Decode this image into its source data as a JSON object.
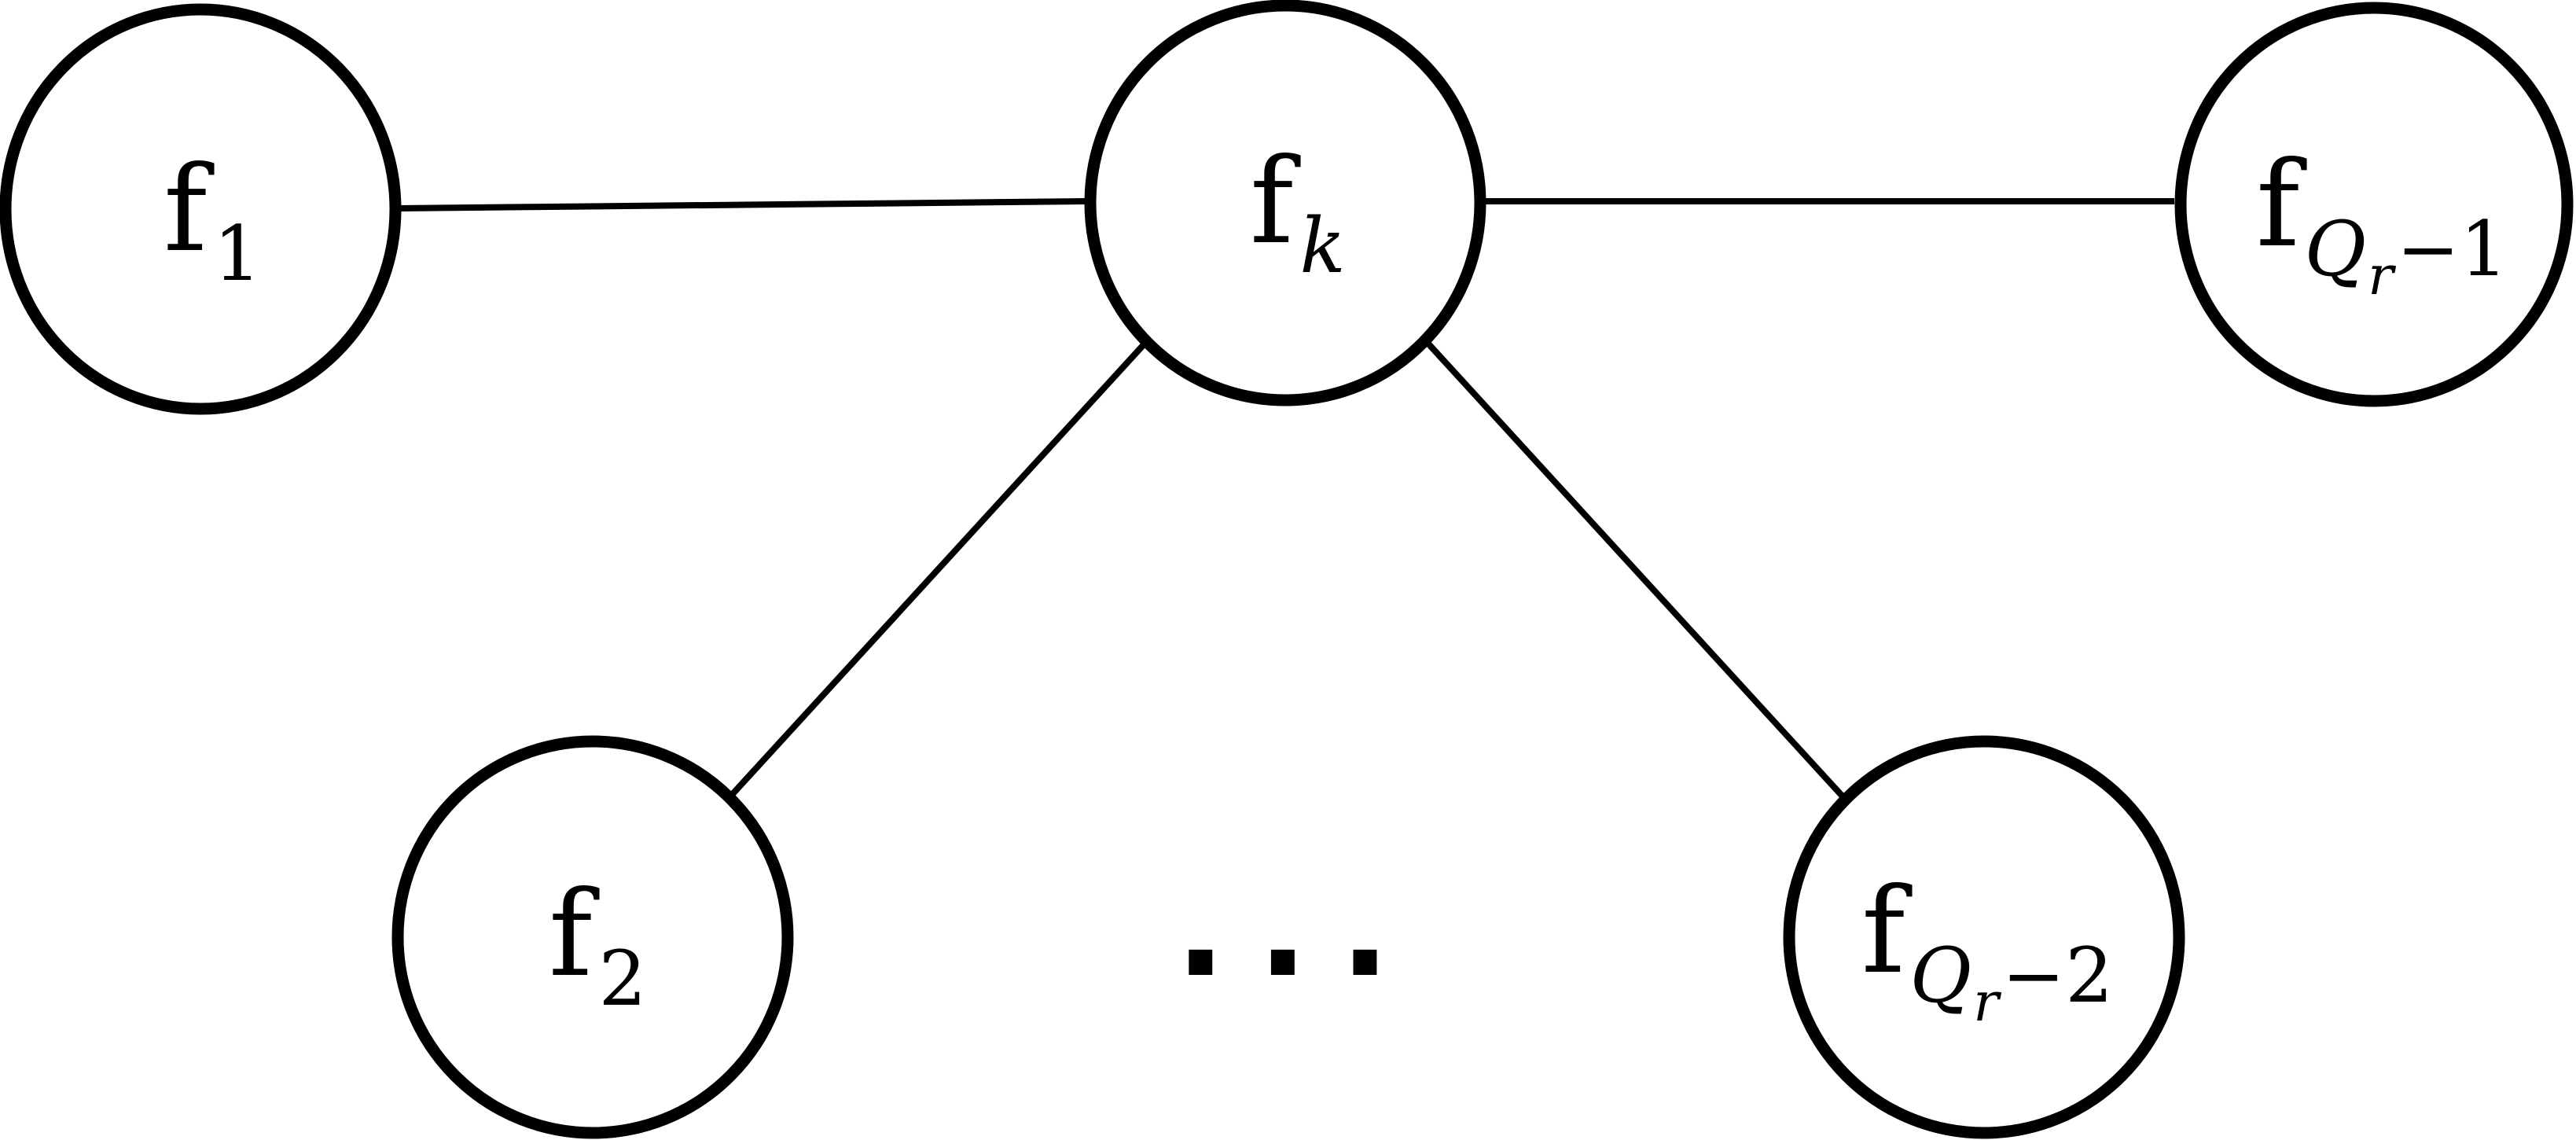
{
  "colors": {
    "stroke": "#000000",
    "background": "#ffffff"
  },
  "nodes": {
    "f1": {
      "base": "f",
      "sub": "1"
    },
    "fk": {
      "base": "f",
      "sub": "k"
    },
    "fq1": {
      "base": "f",
      "sub": "Q",
      "subsub": "r",
      "suffix": "−1"
    },
    "f2": {
      "base": "f",
      "sub": "2"
    },
    "fq2": {
      "base": "f",
      "sub": "Q",
      "subsub": "r",
      "suffix": "−2"
    }
  },
  "ellipsis": "..."
}
